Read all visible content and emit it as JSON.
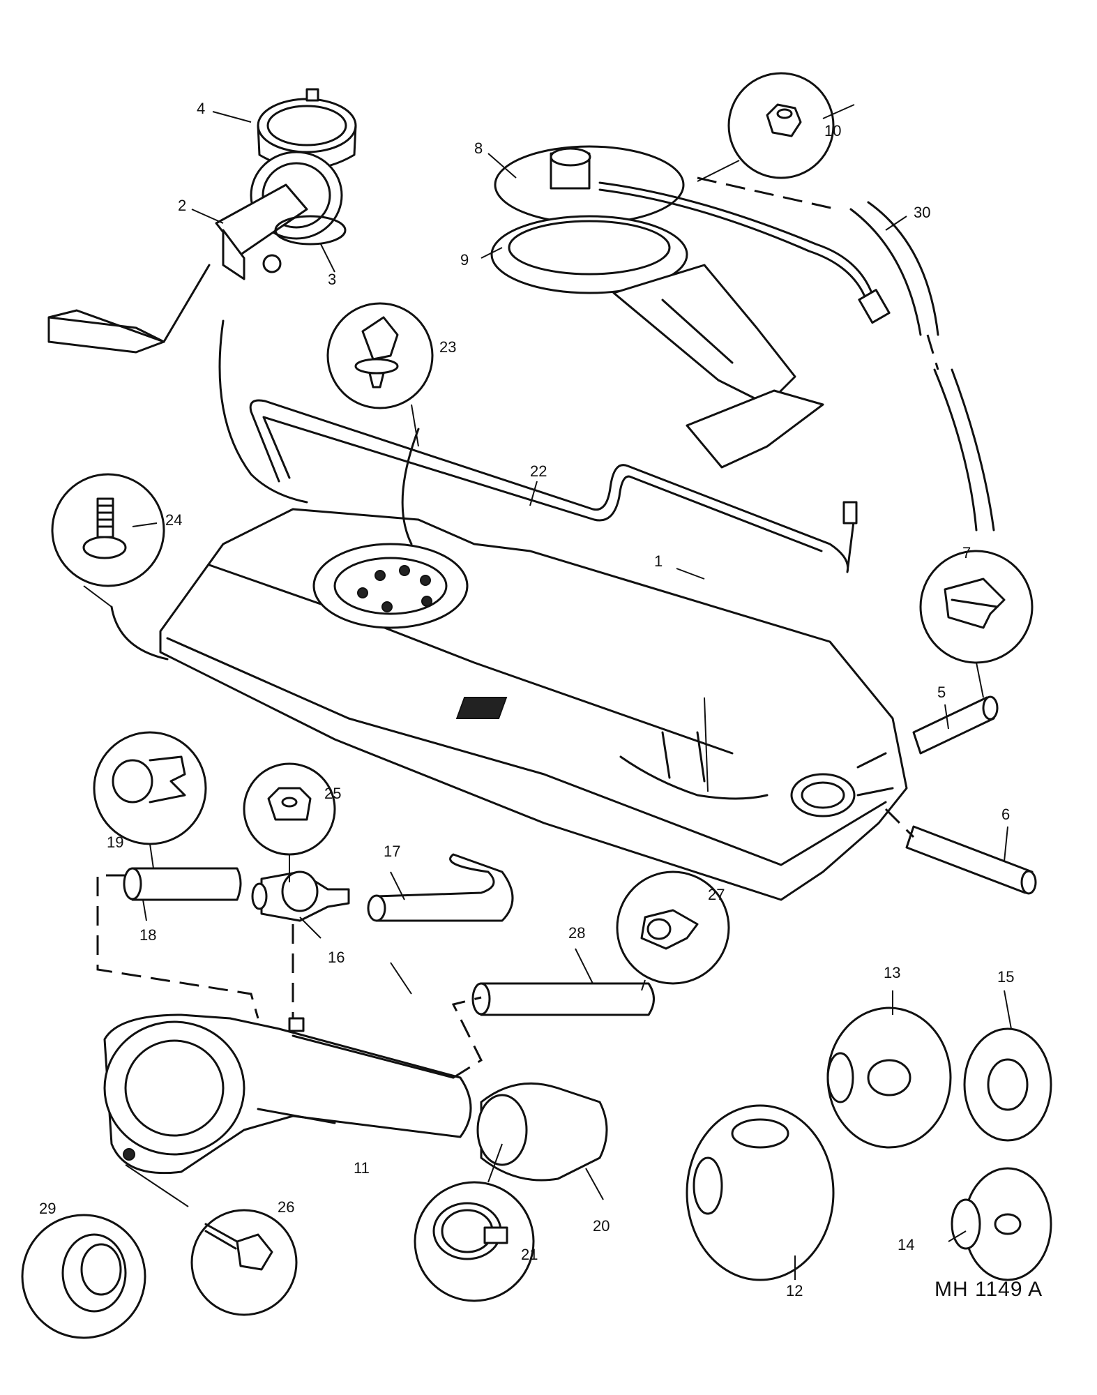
{
  "reference_code": "MH  1149 A",
  "labels": {
    "1": "1",
    "2": "2",
    "3": "3",
    "4": "4",
    "5": "5",
    "6": "6",
    "7": "7",
    "8": "8",
    "9": "9",
    "10": "10",
    "11": "11",
    "12": "12",
    "13": "13",
    "14": "14",
    "15": "15",
    "16": "16",
    "17": "17",
    "18": "18",
    "19": "19",
    "20": "20",
    "21": "21",
    "22": "22",
    "23": "23",
    "24": "24",
    "25": "25",
    "26": "26",
    "27": "27",
    "28": "28",
    "29": "29",
    "30": "30"
  }
}
